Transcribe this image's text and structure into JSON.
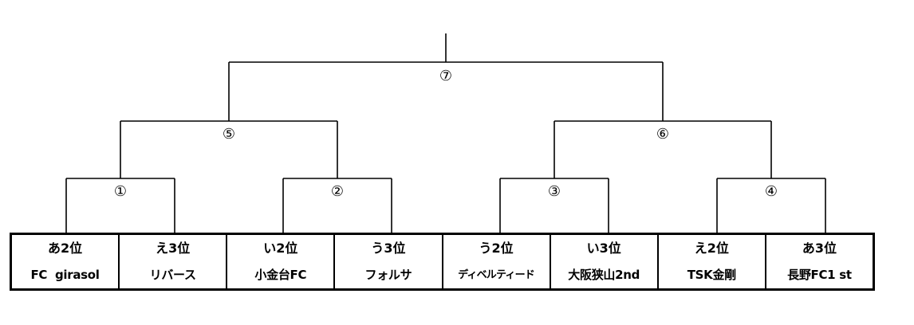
{
  "matches": [
    {
      "id": "m1",
      "label": "①"
    },
    {
      "id": "m2",
      "label": "②"
    },
    {
      "id": "m3",
      "label": "③"
    },
    {
      "id": "m4",
      "label": "④"
    },
    {
      "id": "m5",
      "label": "⑤"
    },
    {
      "id": "m6",
      "label": "⑥"
    },
    {
      "id": "m7",
      "label": "⑦"
    }
  ],
  "teams": [
    {
      "seed": "あ2位",
      "name": "FC  girasol"
    },
    {
      "seed": "え3位",
      "name": "リバース"
    },
    {
      "seed": "い2位",
      "name": "小金台FC"
    },
    {
      "seed": "う3位",
      "name": "フォルサ"
    },
    {
      "seed": "う2位",
      "name": "ディベルティード"
    },
    {
      "seed": "い3位",
      "name": "大阪狭山2nd"
    },
    {
      "seed": "え2位",
      "name": "TSK金剛"
    },
    {
      "seed": "あ3位",
      "name": "長野FC1 st"
    }
  ]
}
